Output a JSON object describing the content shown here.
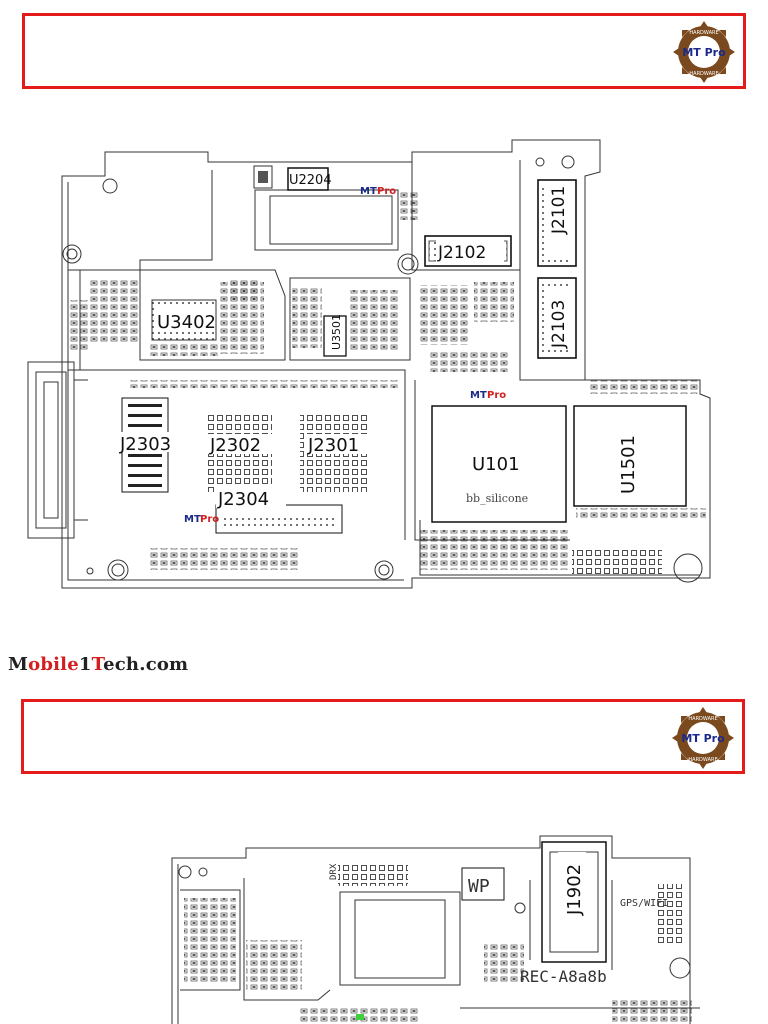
{
  "logo": {
    "top_text": "HARDWARE",
    "main_text": "MT Pro",
    "bottom_text": "HARDWARE",
    "main_text_colors": [
      "#1b2a8a",
      "#d32020"
    ]
  },
  "watermark": {
    "mt": "MT",
    "pro": "Pro"
  },
  "site": {
    "part1": "M",
    "part2": "obile",
    "part3": "1",
    "part4": "T",
    "part5": "ech.com"
  },
  "board1": {
    "labels": {
      "u2204": "U2204",
      "j2102": "J2102",
      "j2101": "J2101",
      "j2103": "J2103",
      "u3402": "U3402",
      "u3501": "U3501",
      "j2303": "J2303",
      "j2302": "J2302",
      "j2301": "J2301",
      "j2304": "J2304",
      "u101": "U101",
      "u101_sub": "bb_silicone",
      "u1501": "U1501"
    }
  },
  "board2": {
    "labels": {
      "j1902": "J1902",
      "wp": "WP",
      "gps": "GPS/WIFI",
      "rec": "REC-A8a8b",
      "drx": "DRX"
    }
  }
}
